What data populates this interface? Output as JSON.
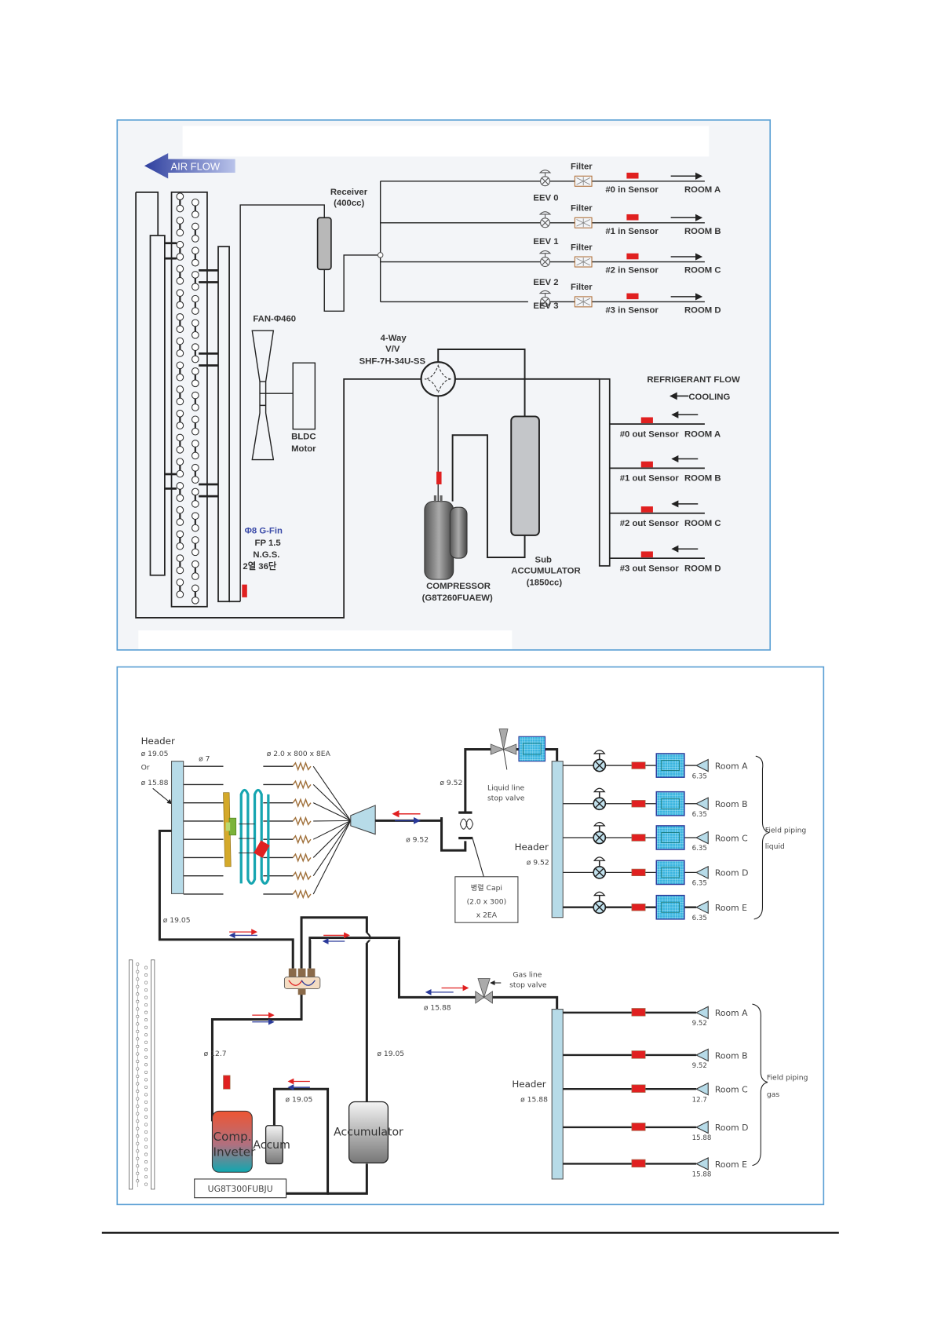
{
  "top_diagram": {
    "air_flow_label": "AIR FLOW",
    "receiver": {
      "name": "Receiver",
      "capacity": "(400cc)"
    },
    "fan_label": "FAN-Φ460",
    "motor_label": [
      "BLDC",
      "Motor"
    ],
    "four_way_valve": [
      "4-Way",
      "V/V",
      "SHF-7H-34U-SS"
    ],
    "coil_spec": {
      "fin": "Φ8 G-Fin",
      "fp": "FP 1.5",
      "ngs": "N.G.S.",
      "rows": "2열 36단"
    },
    "compressor": [
      "COMPRESSOR",
      "(G8T260FUAEW)"
    ],
    "sub_accumulator": [
      "Sub",
      "ACCUMULATOR",
      "(1850cc)"
    ],
    "refrigerant_flow_label": "REFRIGERANT FLOW",
    "cooling_label": "COOLING",
    "filter_label": "Filter",
    "liquid_lines": [
      {
        "eev": "EEV 0",
        "sensor": "#0 in Sensor",
        "room": "ROOM A"
      },
      {
        "eev": "EEV 1",
        "sensor": "#1 in Sensor",
        "room": "ROOM B"
      },
      {
        "eev": "EEV 2",
        "sensor": "#2 in Sensor",
        "room": "ROOM C"
      },
      {
        "eev": "EEV 3",
        "sensor": "#3 in Sensor",
        "room": "ROOM D"
      }
    ],
    "gas_lines": [
      {
        "sensor": "#0 out Sensor",
        "room": "ROOM A"
      },
      {
        "sensor": "#1 out Sensor",
        "room": "ROOM B"
      },
      {
        "sensor": "#2 out Sensor",
        "room": "ROOM C"
      },
      {
        "sensor": "#3 out Sensor",
        "room": "ROOM D"
      }
    ]
  },
  "bottom_diagram": {
    "header_label": "Header",
    "header_size_a": "ø 19.05",
    "header_or": "Or",
    "header_size_b": "ø 15.88",
    "tube_size": "ø 7",
    "capillary_spec": "ø 2.0 x 800 x 8EA",
    "pipe_sizes": {
      "distributor_out": "ø 9.52",
      "liquid_riser": "ø 9.52",
      "header_return": "ø 19.05",
      "gas_main": "ø 15.88",
      "comp_discharge": "ø 12.7",
      "accum_link": "ø 19.05",
      "accum_riser": "ø 19.05"
    },
    "liquid_stop_valve": [
      "Liquid line",
      "stop valve"
    ],
    "gas_stop_valve": [
      "Gas line",
      "stop valve"
    ],
    "capi_box": [
      "병렬 Capi",
      "(2.0 x 300)",
      "x 2EA"
    ],
    "liquid_header": {
      "label": "Header",
      "size": "ø 9.52"
    },
    "gas_header": {
      "label": "Header",
      "size": "ø 15.88"
    },
    "liquid_rooms": [
      {
        "room": "Room A",
        "size": "6.35"
      },
      {
        "room": "Room B",
        "size": "6.35"
      },
      {
        "room": "Room C",
        "size": "6.35"
      },
      {
        "room": "Room D",
        "size": "6.35"
      },
      {
        "room": "Room E",
        "size": "6.35"
      }
    ],
    "gas_rooms": [
      {
        "room": "Room A",
        "size": "9.52"
      },
      {
        "room": "Room B",
        "size": "9.52"
      },
      {
        "room": "Room C",
        "size": "12.7"
      },
      {
        "room": "Room D",
        "size": "15.88"
      },
      {
        "room": "Room E",
        "size": "15.88"
      }
    ],
    "field_piping_liquid": [
      "Field piping",
      "liquid"
    ],
    "field_piping_gas": [
      "Field piping",
      "gas"
    ],
    "compressor_label": [
      "Comp.",
      "Inveter"
    ],
    "accum_label": "Accum",
    "accumulator_label": "Accumulator",
    "compressor_model": "UG8T300FUBJU"
  },
  "colors": {
    "sensor": "#e02020",
    "frame": "#5a9fd4",
    "header_fill": "#b7dbe8",
    "air_flow": "#3a4aa8"
  }
}
